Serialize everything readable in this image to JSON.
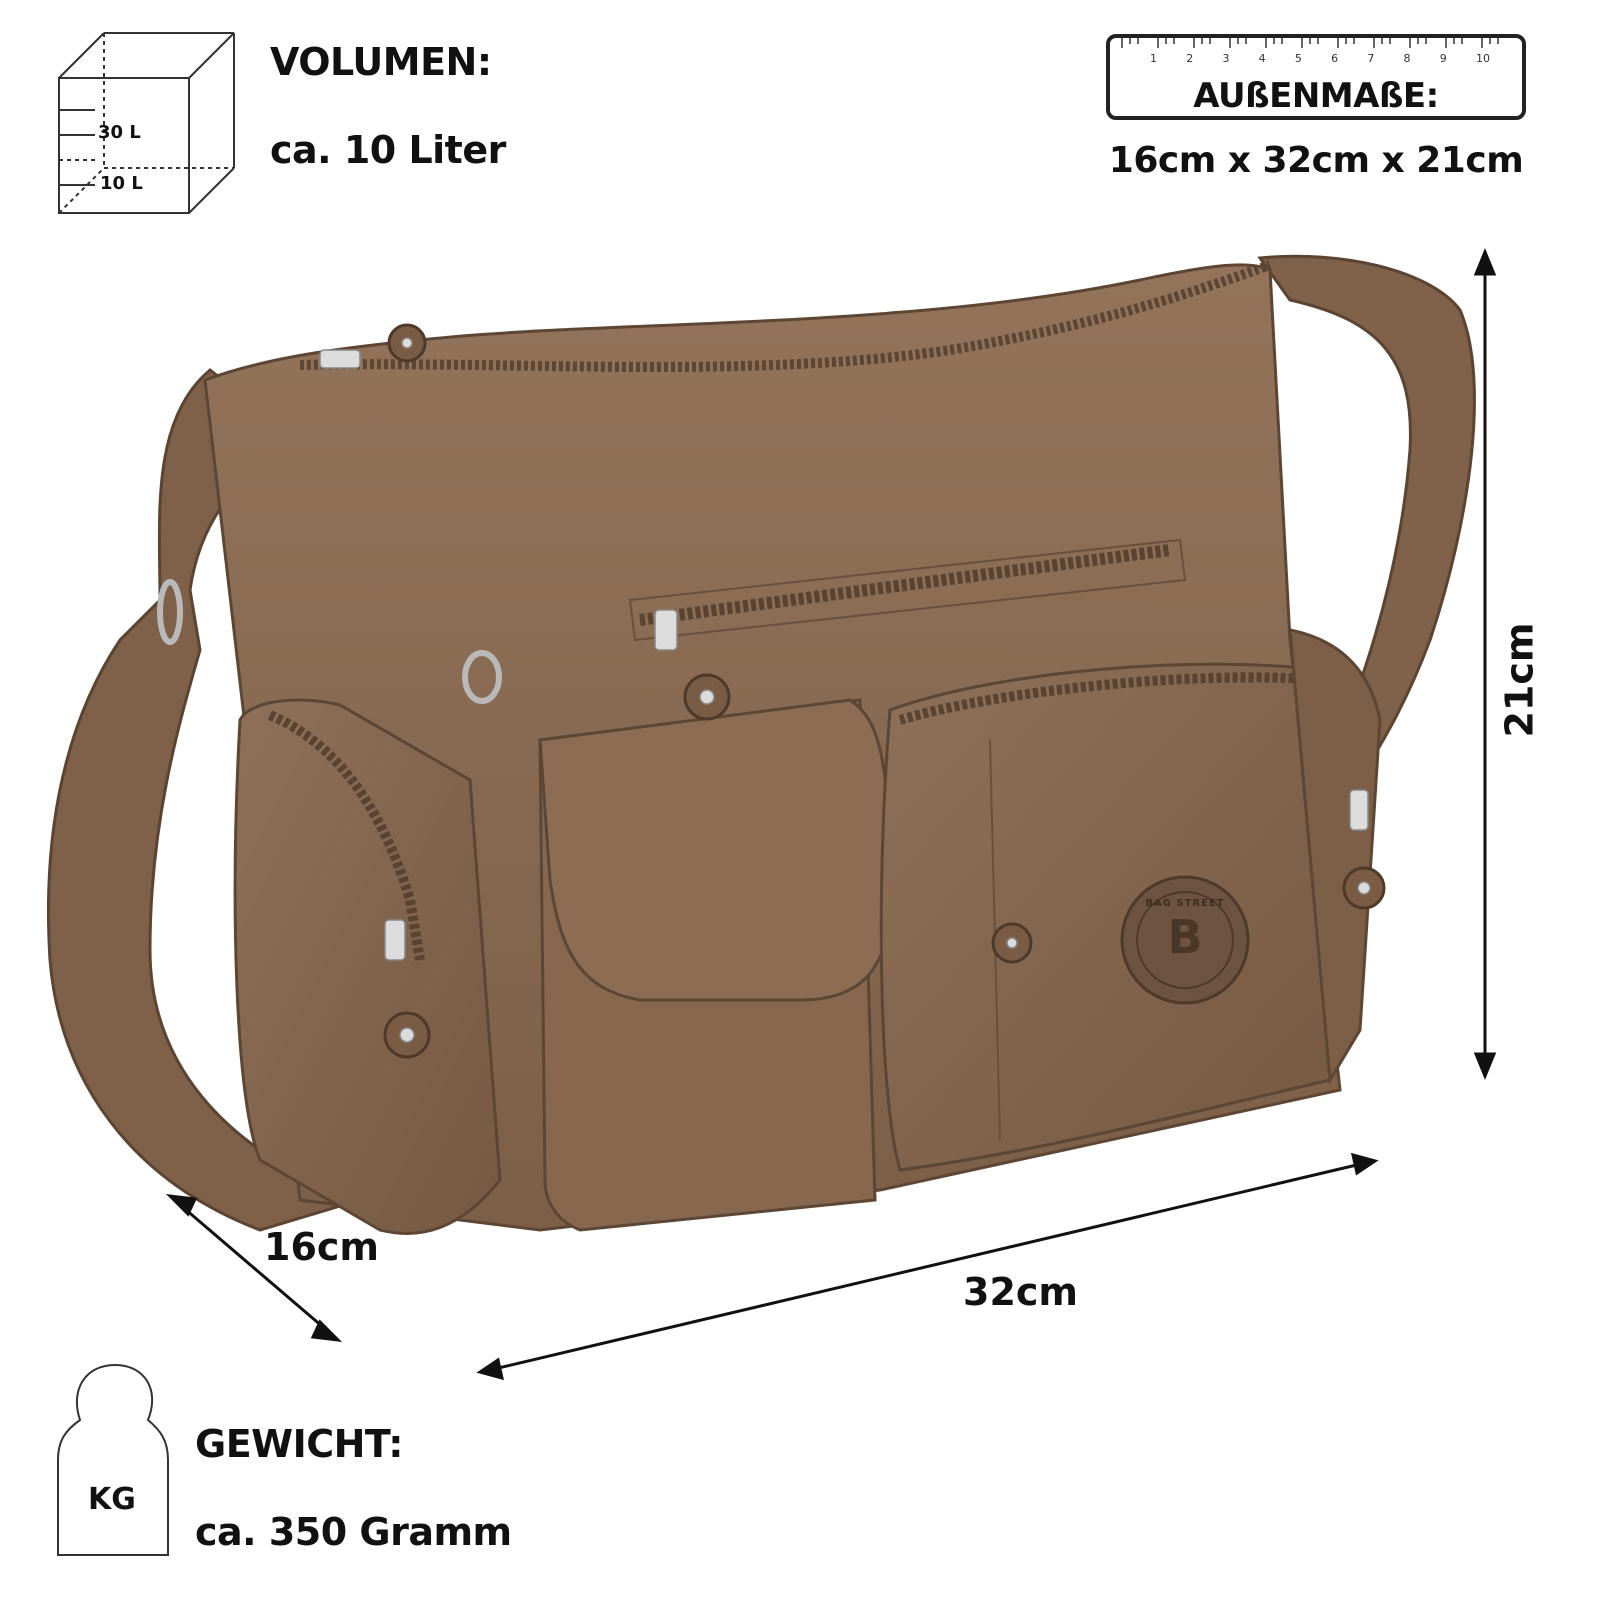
{
  "volume": {
    "heading": "VOLUMEN:",
    "value": "ca. 10 Liter",
    "cube_labels": [
      "30 L",
      "10 L"
    ]
  },
  "dimensions": {
    "heading": "AUßENMAßE:",
    "value": "16cm x 32cm x 21cm",
    "ruler_numbers": [
      "1",
      "2",
      "3",
      "4",
      "5",
      "6",
      "7",
      "8",
      "9",
      "10"
    ],
    "depth_label": "16cm",
    "width_label": "32cm",
    "height_label": "21cm"
  },
  "weight": {
    "heading": "GEWICHT:",
    "value": "ca. 350 Gramm",
    "icon_label": "KG"
  },
  "product": {
    "brand_badge_text": "BAG STREET",
    "brand_badge_letter": "B"
  },
  "colors": {
    "bag_main": "#8a6a52",
    "bag_dark": "#6e533f",
    "bag_light": "#9c7c63",
    "text": "#111111"
  }
}
